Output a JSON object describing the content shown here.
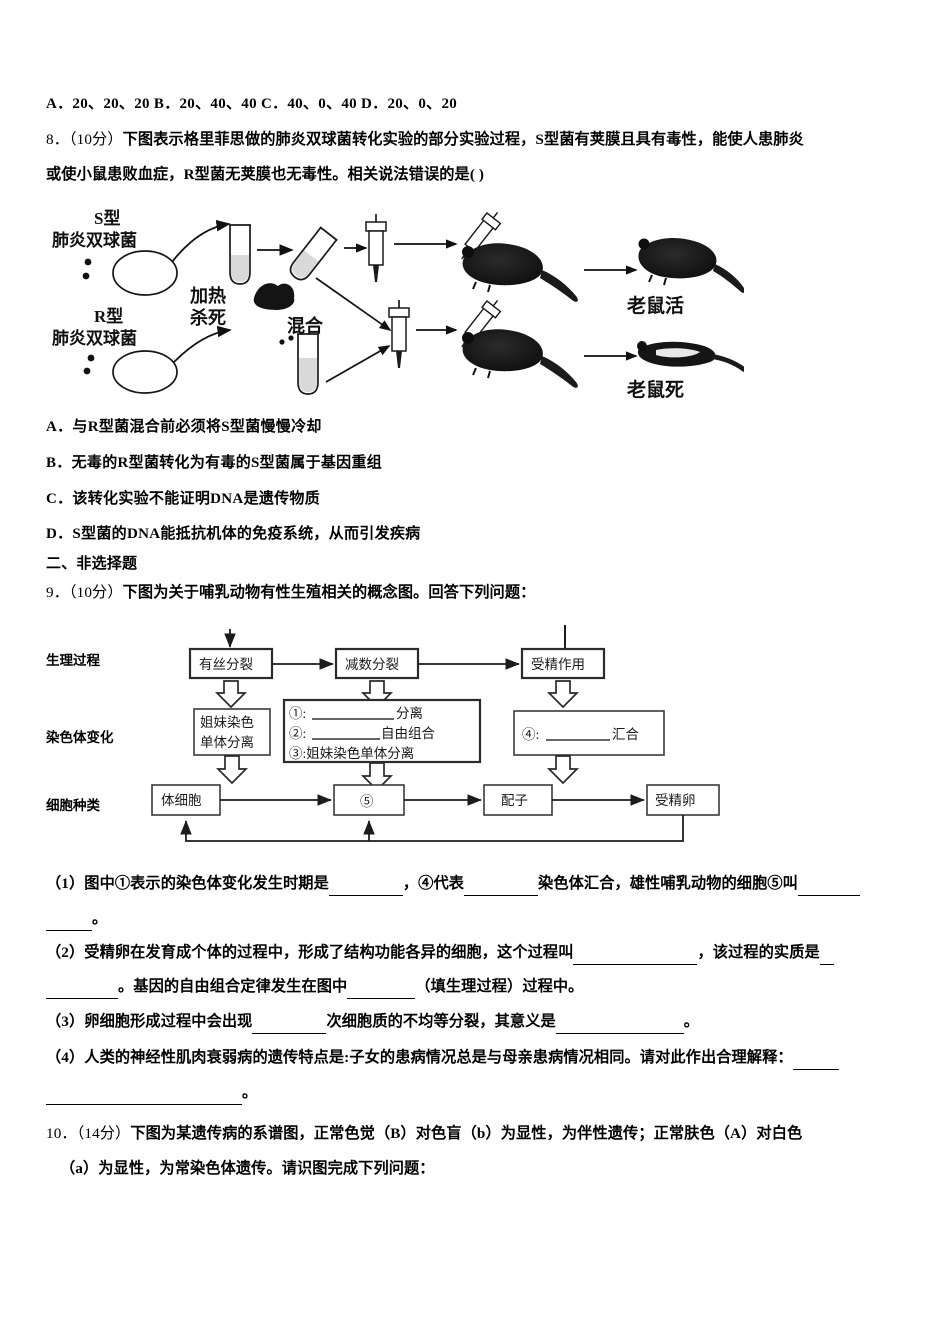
{
  "document": {
    "type": "biology-exam-paper",
    "language": "zh-CN"
  },
  "q7_options_line": "A．20、20、20   B．20、40、40   C．40、0、40   D．20、0、20",
  "question8": {
    "number": "8．",
    "score": "（10分）",
    "stem_line1": "下图表示格里菲思做的肺炎双球菌转化实验的部分实验过程，S型菌有荚膜且具有毒性，能使人患肺炎",
    "stem_line2": "或使小鼠患败血症，R型菌无荚膜也无毒性。相关说法错误的是(      )",
    "figure": {
      "name": "griffith-transformation-experiment",
      "labels": {
        "s_strain_line1": "S型",
        "s_strain_line2": "肺炎双球菌",
        "r_strain_line1": "R型",
        "r_strain_line2": "肺炎双球菌",
        "heat_kill_line1": "加热",
        "heat_kill_line2": "杀死",
        "mix": "混合",
        "mouse_alive": "老鼠活",
        "mouse_dead": "老鼠死"
      }
    },
    "options": [
      "A．与R型菌混合前必须将S型菌慢慢冷却",
      "B．无毒的R型菌转化为有毒的S型菌属于基因重组",
      "C．该转化实验不能证明DNA是遗传物质",
      "D．S型菌的DNA能抵抗机体的免疫系统，从而引发疾病"
    ]
  },
  "section2_heading": "二、非选择题",
  "question9": {
    "number": "9．",
    "score": "（10分）",
    "stem": "下图为关于哺乳动物有性生殖相关的概念图。回答下列问题：",
    "concept_map": {
      "name": "mammal-sexual-reproduction-concept-map",
      "row_labels": [
        "生理过程",
        "染色体变化",
        "细胞种类"
      ],
      "process_row": [
        "有丝分裂",
        "减数分裂",
        "受精作用"
      ],
      "chromosome_row": {
        "box1_line1": "姐妹染色",
        "box1_line2": "单体分离",
        "box2_items": [
          {
            "marker": "①:",
            "blank": true,
            "suffix": "分离"
          },
          {
            "marker": "②:",
            "blank": true,
            "suffix": "自由组合"
          },
          {
            "marker": "③:姐妹染色单体分离",
            "blank": false,
            "suffix": ""
          }
        ],
        "box3": {
          "marker": "④:",
          "blank": true,
          "suffix": "汇合"
        }
      },
      "cell_row": [
        "体细胞",
        "⑤",
        "配子",
        "受精卵"
      ]
    },
    "subquestions": [
      {
        "label": "（1）",
        "line1_a": "图中①表示的染色体变化发生时期是",
        "line1_b": "，④代表",
        "line1_c": "染色体汇合，雄性哺乳动物的细胞⑤叫",
        "line2_end": "。"
      },
      {
        "label": "（2）",
        "line1_a": "受精卵在发育成个体的过程中，形成了结构功能各异的细胞，这个过程叫",
        "line1_b": "，该过程的实质是",
        "line2_a": "。基因的自由组合定律发生在图中",
        "line2_b": "（填生理过程）过程中。"
      },
      {
        "label": "（3）",
        "line1_a": "卵细胞形成过程中会出现",
        "line1_b": "次细胞质的不均等分裂，其意义是",
        "line1_c": "。"
      },
      {
        "label": "（4）",
        "line1_a": "人类的神经性肌肉衰弱病的遗传特点是:子女的患病情况总是与母亲患病情况相同。请对此作出合理解释：",
        "line2_end": "。"
      }
    ]
  },
  "question10": {
    "number": "10．",
    "score": "（14分）",
    "line1": "下图为某遗传病的系谱图，正常色觉（B）对色盲（b）为显性，为伴性遗传；正常肤色（A）对白色",
    "line2": "（a）为显性，为常染色体遗传。请识图完成下列问题："
  },
  "colors": {
    "text": "#000000",
    "figure_stroke": "#1c1c1c",
    "box_stroke": "#3a3a3a",
    "background": "#ffffff"
  }
}
